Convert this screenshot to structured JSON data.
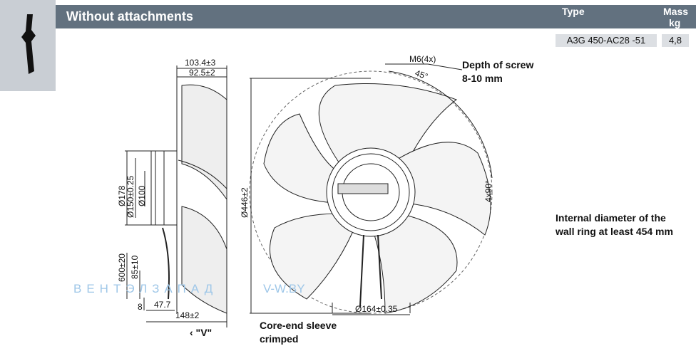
{
  "header": {
    "title": "Without attachments",
    "type_label": "Type",
    "mass_label_1": "Mass",
    "mass_label_2": "kg"
  },
  "product": {
    "type": "A3G 450-AC28 -51",
    "mass": "4,8"
  },
  "notes": {
    "screw_1": "Depth of screw",
    "screw_2": "8-10 mm",
    "wall_1": "Internal diameter of the",
    "wall_2": "wall ring at least 454 mm",
    "sleeve_1": "Core-end sleeve",
    "sleeve_2": "crimped",
    "view": "‹ \"V\""
  },
  "dimensions": {
    "d1": "103.4±3",
    "d2": "92.5±2",
    "d178": "Ø178",
    "d150": "Ø150±0.25",
    "d100": "Ø100",
    "d600": "600±20",
    "d85": "85±10",
    "d8": "8",
    "d47": "47.7",
    "d148": "148±2",
    "d446": "Ø446±2",
    "m6": "M6(4x)",
    "a45": "45°",
    "a4x90": "4x90°",
    "d164": "Ø164±0.35"
  },
  "watermark": {
    "left": "ВЕНТЭЛЗАПАД",
    "right": "V-W.BY"
  },
  "colors": {
    "header_bg": "#62717f",
    "sidebar_bg": "#c9ced4",
    "box_bg": "#dcdfe3"
  }
}
